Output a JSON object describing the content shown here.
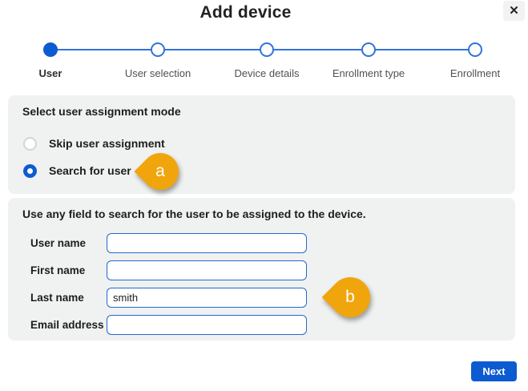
{
  "dialog": {
    "title": "Add device",
    "close_icon": "✕"
  },
  "stepper": {
    "steps": [
      {
        "label": "User",
        "state": "active"
      },
      {
        "label": "User selection",
        "state": "upcoming"
      },
      {
        "label": "Device details",
        "state": "upcoming"
      },
      {
        "label": "Enrollment type",
        "state": "upcoming"
      },
      {
        "label": "Enrollment",
        "state": "upcoming"
      }
    ]
  },
  "assignment_section": {
    "heading": "Select user assignment mode",
    "options": [
      {
        "label": "Skip user assignment",
        "selected": false
      },
      {
        "label": "Search for user",
        "selected": true
      }
    ]
  },
  "search_section": {
    "heading": "Use any field to search for the user to be assigned to the device.",
    "fields": [
      {
        "label": "User name",
        "value": ""
      },
      {
        "label": "First name",
        "value": ""
      },
      {
        "label": "Last name",
        "value": "smith"
      },
      {
        "label": "Email address",
        "value": ""
      }
    ]
  },
  "annotations": [
    {
      "label": "a"
    },
    {
      "label": "b"
    }
  ],
  "footer": {
    "next_label": "Next"
  },
  "colors": {
    "accent_blue": "#0d5bd1",
    "outline_blue": "#3273d9",
    "panel_gray": "#f0f1f1",
    "callout_orange": "#f0a50d"
  }
}
